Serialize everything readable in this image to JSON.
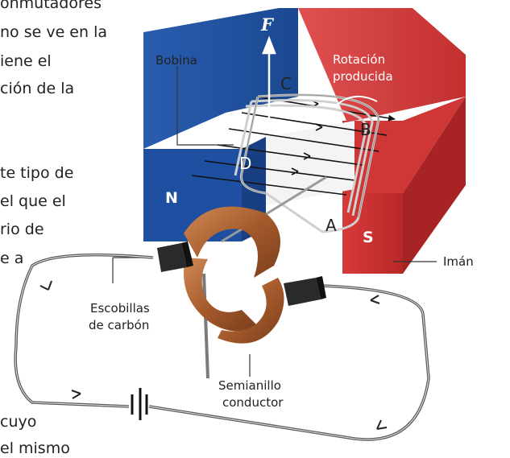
{
  "page_text_lines": [
    "onmutadores",
    "no se ve en la",
    "iene el",
    "ción de la",
    "",
    "",
    "te tipo de",
    "el que el",
    "rio de",
    "e a",
    "",
    "",
    "",
    "",
    "",
    "",
    "",
    "",
    "",
    "",
    "",
    "cuyo",
    "el mismo"
  ],
  "diagram": {
    "force_label": "F",
    "labels": {
      "bobina": "Bobina",
      "rotacion_line1": "Rotación",
      "rotacion_line2": "producida",
      "iman": "Imán",
      "escobillas_line1": "Escobillas",
      "escobillas_line2": "de carbón",
      "semianillo_line1": "Semianillo",
      "semianillo_line2": "conductor"
    },
    "pole_labels": {
      "north": "N",
      "south": "S"
    },
    "point_labels": {
      "a": "A",
      "b": "B",
      "c": "C",
      "d": "D"
    },
    "colors": {
      "magnet_blue": "#1e4fa0",
      "magnet_red": "#d23a3a",
      "copper": "#b86a3c",
      "wire": "#666666"
    }
  }
}
